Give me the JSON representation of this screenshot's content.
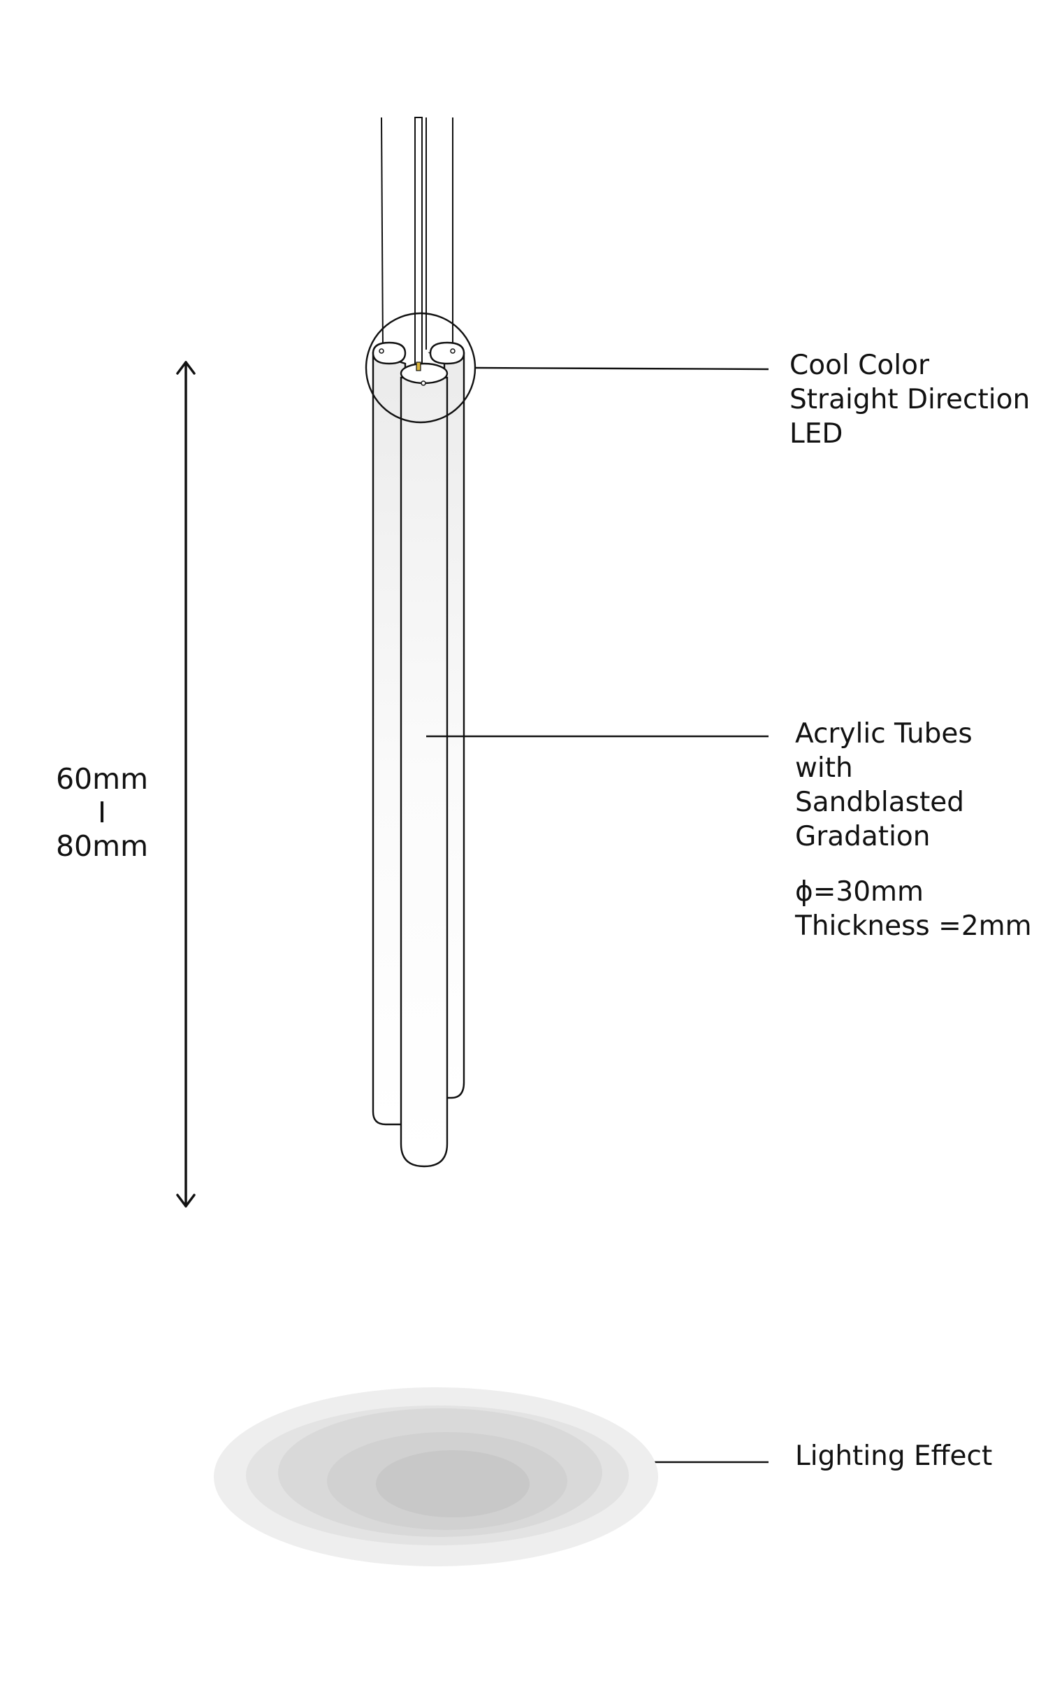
{
  "labels": {
    "led": [
      "Cool Color",
      "Straight Direction",
      "LED"
    ],
    "tubes": [
      "Acrylic Tubes",
      "with",
      "Sandblasted",
      "Gradation"
    ],
    "spec": [
      "ϕ=30mm",
      "Thickness =2mm"
    ],
    "effect": "Lighting Effect"
  },
  "dimension": {
    "top": "60mm",
    "separator": "I",
    "bottom": "80mm"
  },
  "colors": {
    "stroke": "#111111",
    "tube_fill_top": "#ededed",
    "tube_fill_bottom": "#ffffff",
    "glow_outer": "#ececec",
    "glow_inner": "#c9c9c9",
    "led_accent": "#d8b23a"
  }
}
